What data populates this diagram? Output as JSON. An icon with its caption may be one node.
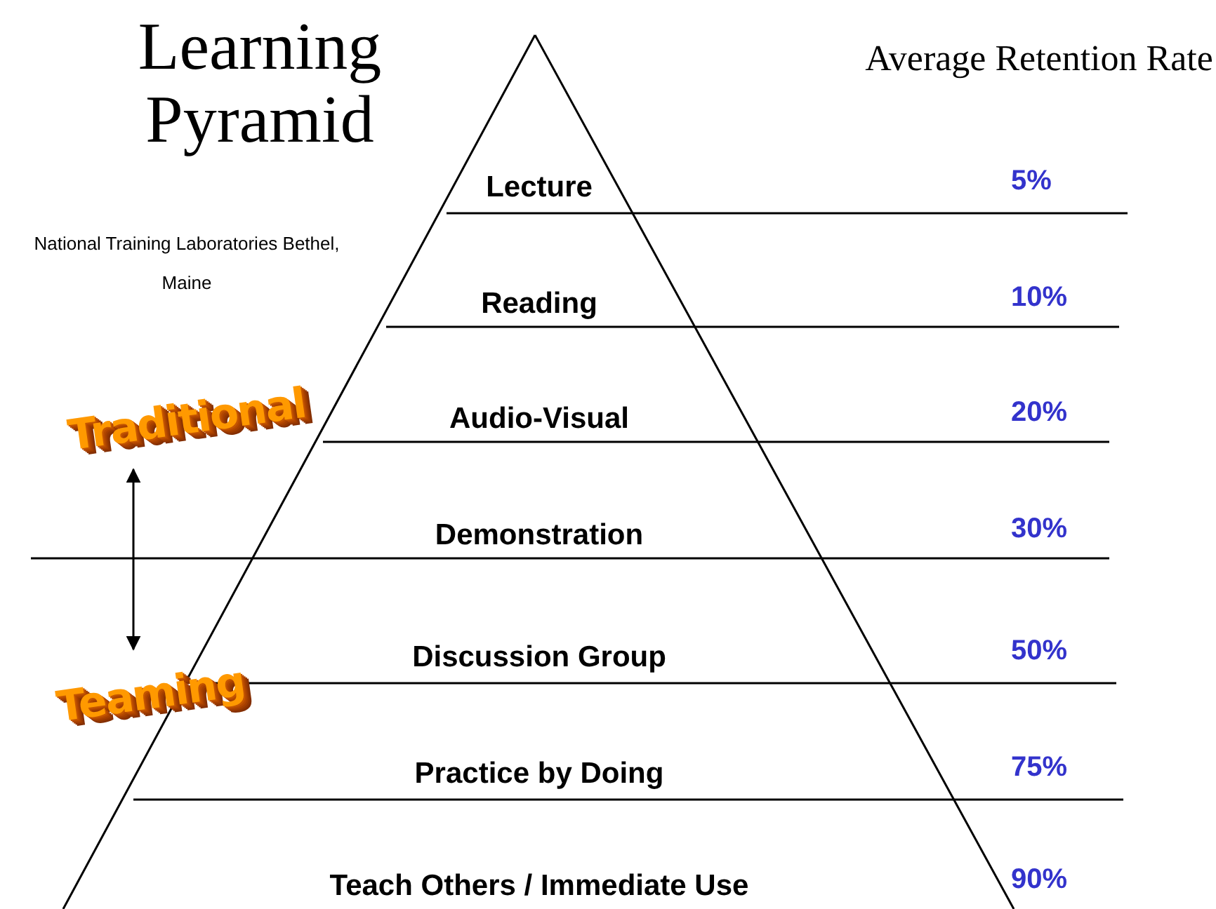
{
  "diagram": {
    "title": "Learning Pyramid",
    "nodes": [
      {
        "text": [
          "Traditional"
        ]
      },
      {
        "text": [
          "Teaming"
        ]
      }
    ],
    "edges": [
      {
        "from": 0,
        "to": 1,
        "arrow": "both"
      }
    ],
    "labels": [
      "Average Retention Rate",
      "National Training Laboratories Bethel, Maine",
      "Lecture",
      "5%",
      "Reading",
      "10%",
      "Audio-Visual",
      "20%",
      "Demonstration",
      "30%",
      "Discussion Group",
      "50%",
      "Practice by Doing",
      "75%",
      "Teach Others / Immediate Use",
      "90%"
    ]
  }
}
